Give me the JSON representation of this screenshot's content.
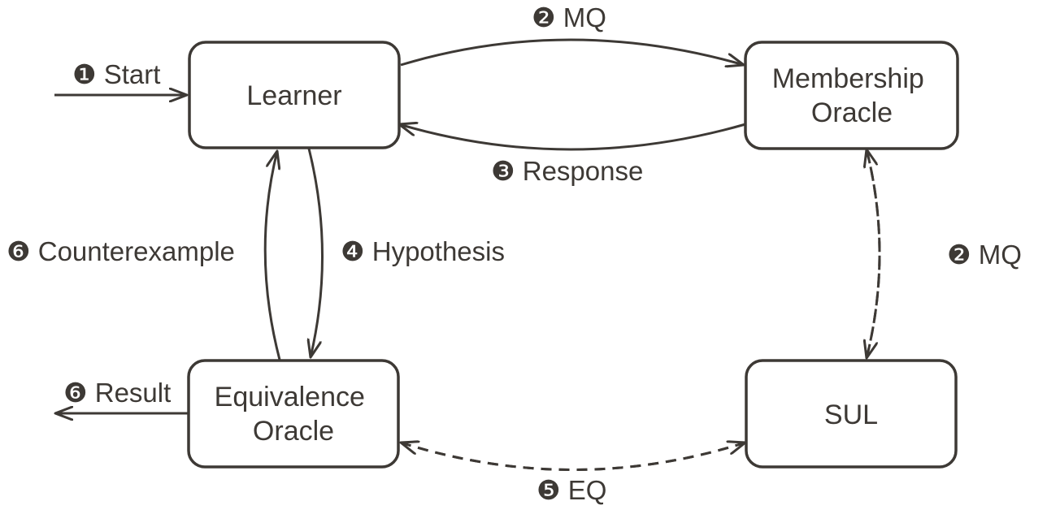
{
  "diagram": {
    "nodes": {
      "learner": [
        "Learner"
      ],
      "membership": [
        "Membership",
        "Oracle"
      ],
      "equivalence": [
        "Equivalence",
        "Oracle"
      ],
      "sul": [
        "SUL"
      ]
    },
    "labels": {
      "start": "❶ Start",
      "mq_top": "❷ MQ",
      "response": "❸ Response",
      "hypothesis": "❹ Hypothesis",
      "counterexample": "❻ Counterexample",
      "mq_right": "❷ MQ",
      "result": "❻ Result",
      "eq": "❺ EQ"
    },
    "colors": {
      "stroke": "#3d3935",
      "text": "#3d3935",
      "background": "#ffffff"
    }
  }
}
